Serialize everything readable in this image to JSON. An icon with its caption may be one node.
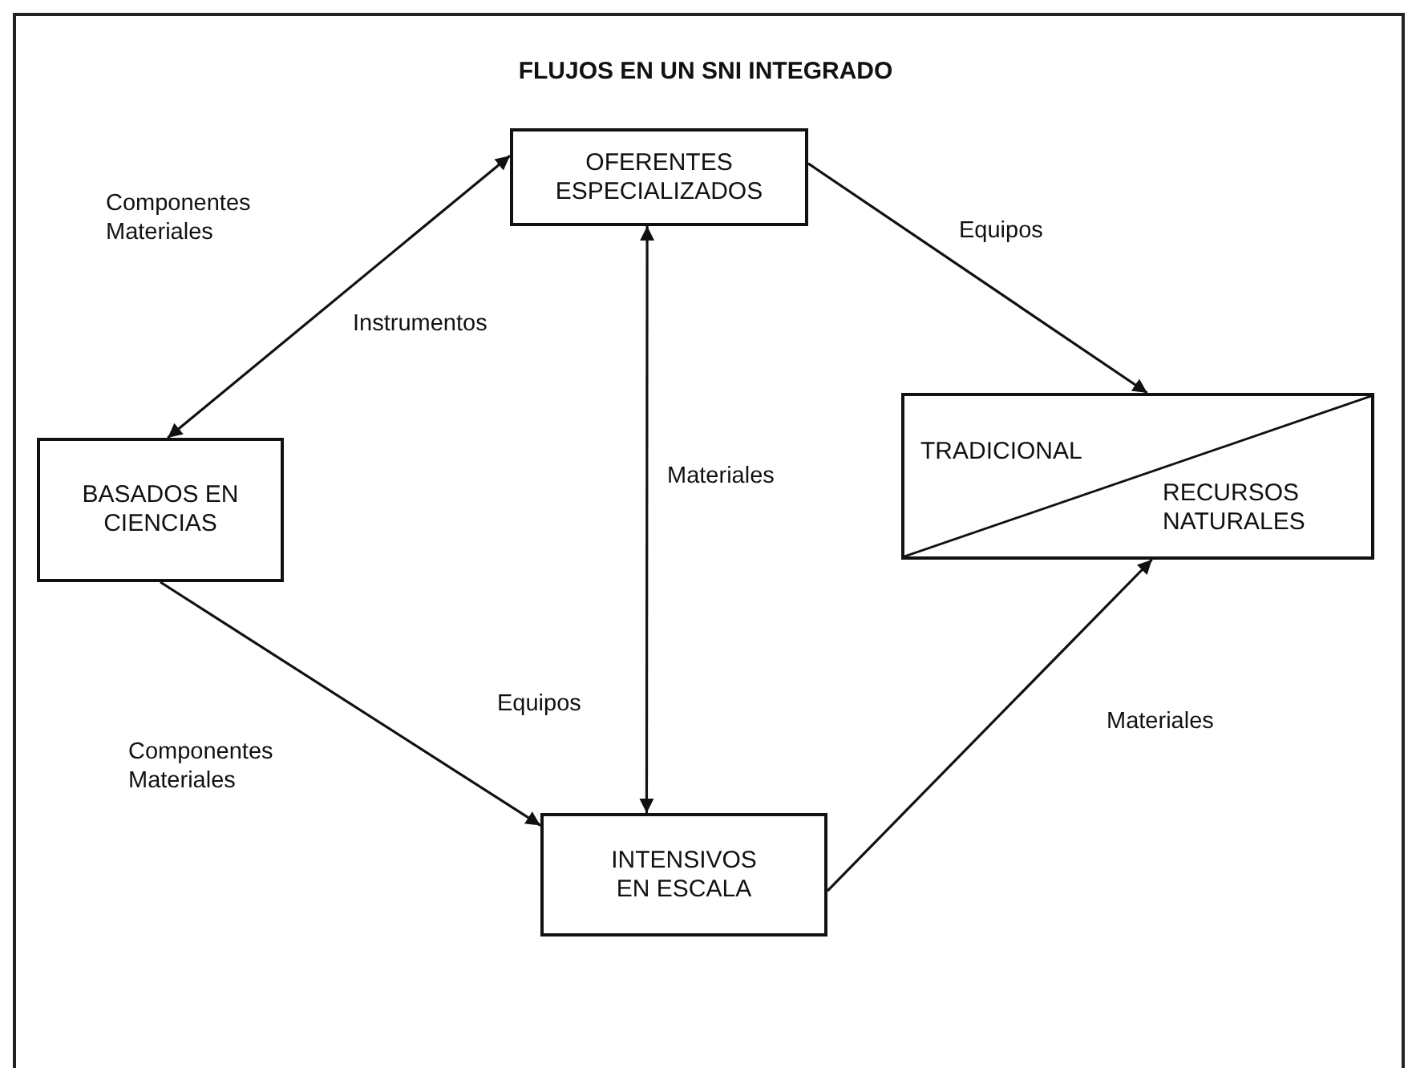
{
  "diagram": {
    "title": "FLUJOS EN UN SNI INTEGRADO",
    "nodes": [
      {
        "text": [
          "OFERENTES ESPECIALIZADOS"
        ]
      },
      {
        "text": [
          "BASADOS EN CIENCIAS"
        ]
      },
      {
        "text": [
          "TRADICIONAL",
          "RECURSOS NATURALES"
        ]
      },
      {
        "text": [
          "INTENSIVOS EN ESCALA"
        ]
      }
    ],
    "edges": [
      {
        "from": 0,
        "to": 1,
        "arrow": "both",
        "label": "Componentes Materiales"
      },
      {
        "from": 0,
        "to": 2,
        "arrow": "to",
        "label": "Equipos"
      },
      {
        "from": 1,
        "to": 3,
        "arrow": "to",
        "label": "Componentes Materiales"
      },
      {
        "from": 3,
        "to": 2,
        "arrow": "to",
        "label": "Materiales"
      },
      {
        "from": 0,
        "to": 3,
        "arrow": "both",
        "label": "Materiales"
      }
    ],
    "labels": [
      "Instrumentos",
      "Equipos"
    ]
  }
}
